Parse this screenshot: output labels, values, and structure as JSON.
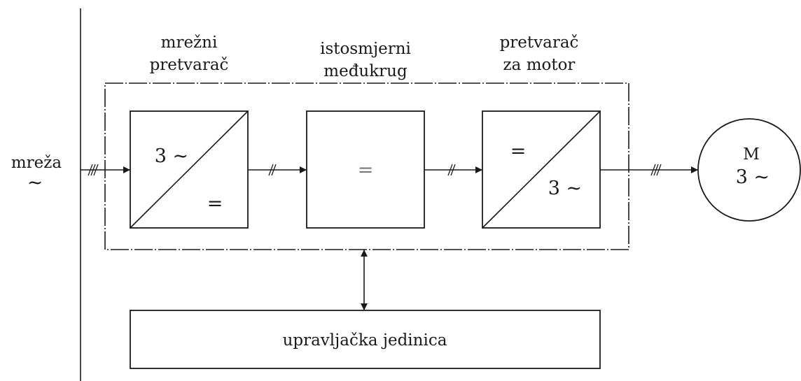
{
  "grid_label": [
    "mreža",
    "~"
  ],
  "labels": {
    "grid_converter": [
      "mrežni",
      "pretvarač"
    ],
    "dc_link": [
      "istosmjerni",
      "međukrug"
    ],
    "motor_converter": [
      "pretvarač",
      "za motor"
    ],
    "control_unit": "upravljačka jedinica"
  },
  "blocks": {
    "rectifier": {
      "input": "3 ~",
      "output": "="
    },
    "dc_link": {
      "symbol": "="
    },
    "inverter": {
      "input": "=",
      "output": "3 ~"
    }
  },
  "motor": [
    "M",
    "3 ~"
  ],
  "connections": [
    {
      "from": "grid",
      "to": "rectifier",
      "conductors": 3
    },
    {
      "from": "rectifier",
      "to": "dc_link",
      "conductors": 2
    },
    {
      "from": "dc_link",
      "to": "inverter",
      "conductors": 2
    },
    {
      "from": "inverter",
      "to": "motor",
      "conductors": 3
    },
    {
      "from": "converter_assembly",
      "to": "control_unit",
      "conductors": 1,
      "bidirectional": true
    }
  ]
}
